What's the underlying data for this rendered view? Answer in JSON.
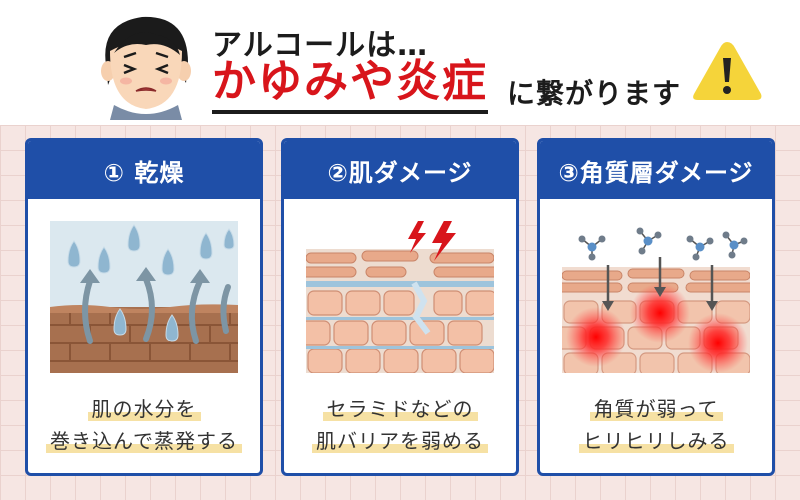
{
  "header": {
    "line1": "アルコールは…",
    "line2": "かゆみや炎症",
    "line3": "に繋がります"
  },
  "cards": [
    {
      "title": "① 乾燥",
      "caption1": "肌の水分を",
      "caption2": "巻き込んで蒸発する"
    },
    {
      "title": "②肌ダメージ",
      "caption1": "セラミドなどの",
      "caption2": "肌バリアを弱める"
    },
    {
      "title": "③角質層ダメージ",
      "caption1": "角質が弱って",
      "caption2": "ヒリヒリしみる"
    }
  ],
  "colors": {
    "accent_blue": "#1f4fa8",
    "title_red": "#d8151b",
    "highlight": "#f6e1a4",
    "warning_yellow": "#f5d43a"
  },
  "icons": [
    "worried-woman-face-icon",
    "warning-triangle-icon"
  ]
}
